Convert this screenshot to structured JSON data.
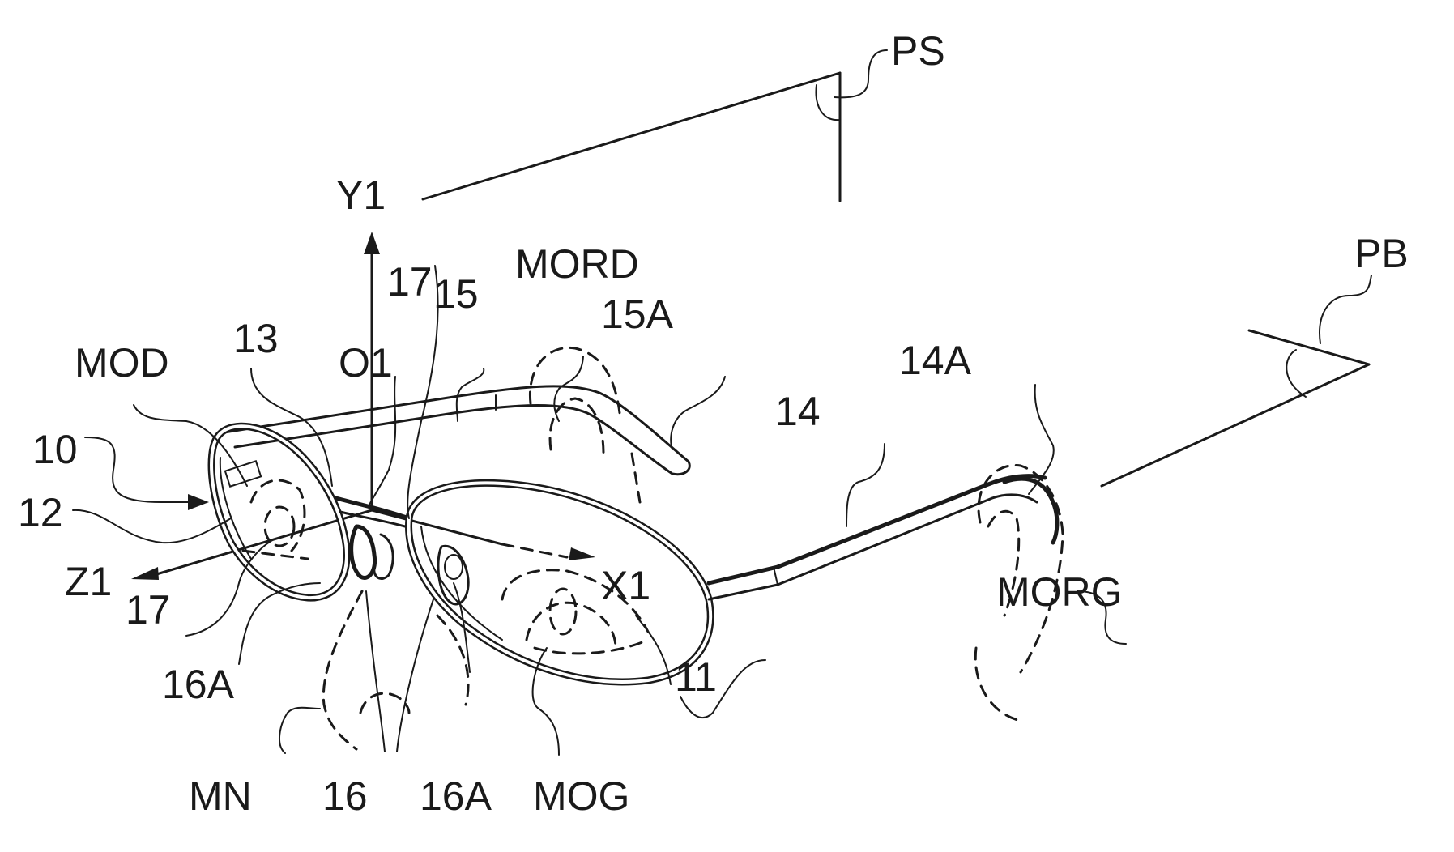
{
  "figure": {
    "type": "patent-line-drawing",
    "subject": "spectacle frame on wearer head with reference axes",
    "colors": {
      "ink": "#1a1a1a",
      "background": "#ffffff"
    },
    "axes": {
      "x": "X1",
      "y": "Y1",
      "z": "Z1",
      "origin": "O1"
    },
    "planes": {
      "sagittal": "PS",
      "bottom": "PB"
    },
    "labels": {
      "frame": "10",
      "left_lens": "11",
      "right_lens": "12",
      "bridge": "13",
      "left_temple": "14",
      "left_temple_tip": "14A",
      "right_temple": "15",
      "right_temple_tip": "15A",
      "nose_pads": "16",
      "nose_pad_a_left": "16A",
      "nose_pad_a_right": "16A",
      "pad_arm_top": "17",
      "pad_arm_bottom": "17",
      "right_eye": "MOD",
      "left_eye": "MOG",
      "right_ear": "MORD",
      "left_ear": "MORG",
      "nose": "MN"
    }
  }
}
